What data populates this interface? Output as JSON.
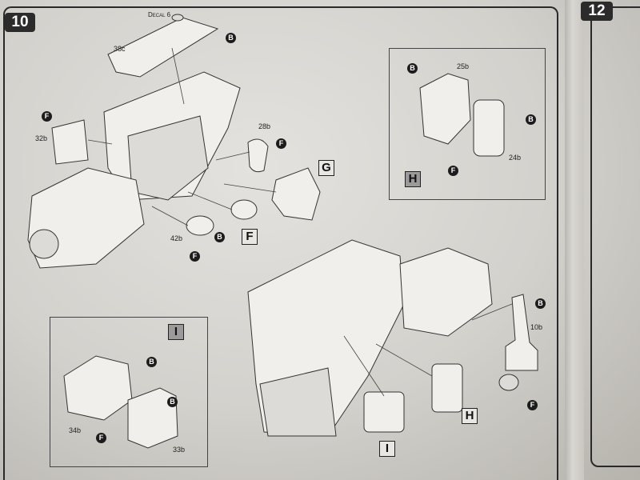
{
  "step_main": "10",
  "step_next": "12",
  "decal_label": "Decal 6",
  "callout_letters": {
    "b": "B",
    "f": "F"
  },
  "parts": {
    "p38c": "38c",
    "p32b": "32b",
    "p28b": "28b",
    "p42b": "42b",
    "p25b": "25b",
    "p24b": "24b",
    "p10b": "10b",
    "p34b": "34b",
    "p33b": "33b"
  },
  "sub_assemblies": {
    "g": "G",
    "f": "F",
    "h": "H",
    "i": "I"
  }
}
